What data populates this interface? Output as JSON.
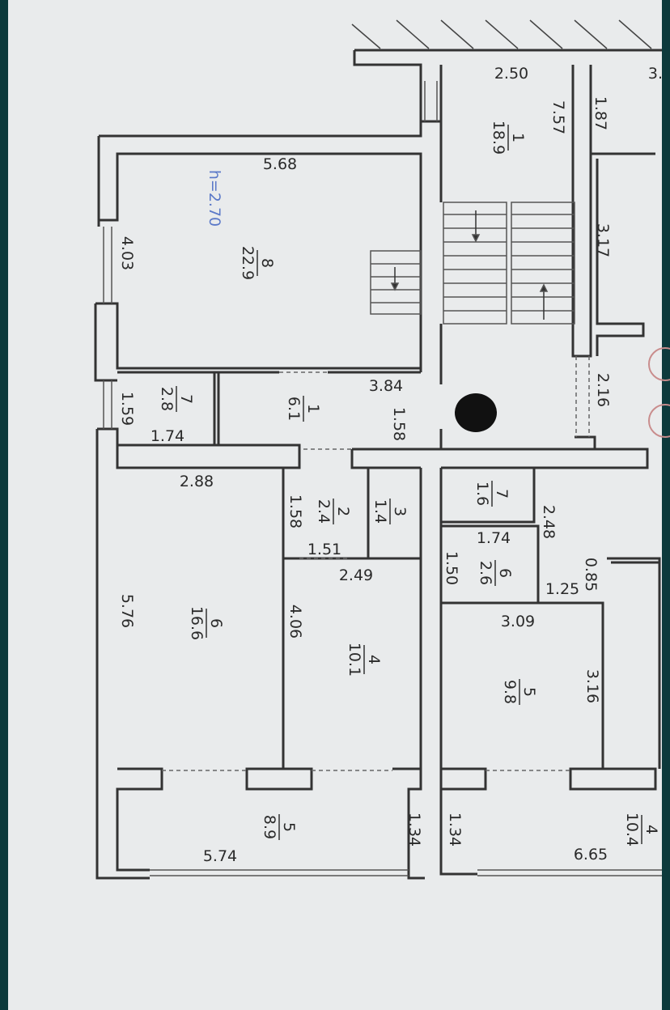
{
  "dimensions": {
    "d0": "2.50",
    "d1": "5.68",
    "d2": "3.84",
    "d3": "1.74",
    "d4": "2.88",
    "d5": "1.51",
    "d6": "2.49",
    "d7": "1.74",
    "d8": "1.25",
    "d9": "3.09",
    "d10": "5.74",
    "d11": "6.65",
    "d12": "3.",
    "r0": "7.57",
    "r1": "1.87",
    "r2": "3.17",
    "r3": "2.16",
    "r4": "4.03",
    "r5": "1.59",
    "r6": "1.58",
    "r7": "1.58",
    "r8": "2.48",
    "r9": "0.85",
    "r10": "1.50",
    "r11": "5.76",
    "r12": "4.06",
    "r13": "3.16",
    "r14": "1.34",
    "r15": "1.34"
  },
  "ceiling_height": "h=2.70",
  "rooms": [
    {
      "num": "1",
      "area": "18.9"
    },
    {
      "num": "8",
      "area": "22.9"
    },
    {
      "num": "7",
      "area": "2.8"
    },
    {
      "num": "1",
      "area": "6.1"
    },
    {
      "num": "2",
      "area": "2.4"
    },
    {
      "num": "3",
      "area": "1.4"
    },
    {
      "num": "7",
      "area": "1.6"
    },
    {
      "num": "6",
      "area": "2.6"
    },
    {
      "num": "6",
      "area": "16.6"
    },
    {
      "num": "4",
      "area": "10.1"
    },
    {
      "num": "5",
      "area": "9.8"
    },
    {
      "num": "5",
      "area": "8.9"
    },
    {
      "num": "4",
      "area": "10.4"
    }
  ],
  "colors": {
    "paper": "#e9ebec",
    "wall": "#333333",
    "annotation": "#5a78c8",
    "frame": "#0d3a3c"
  }
}
